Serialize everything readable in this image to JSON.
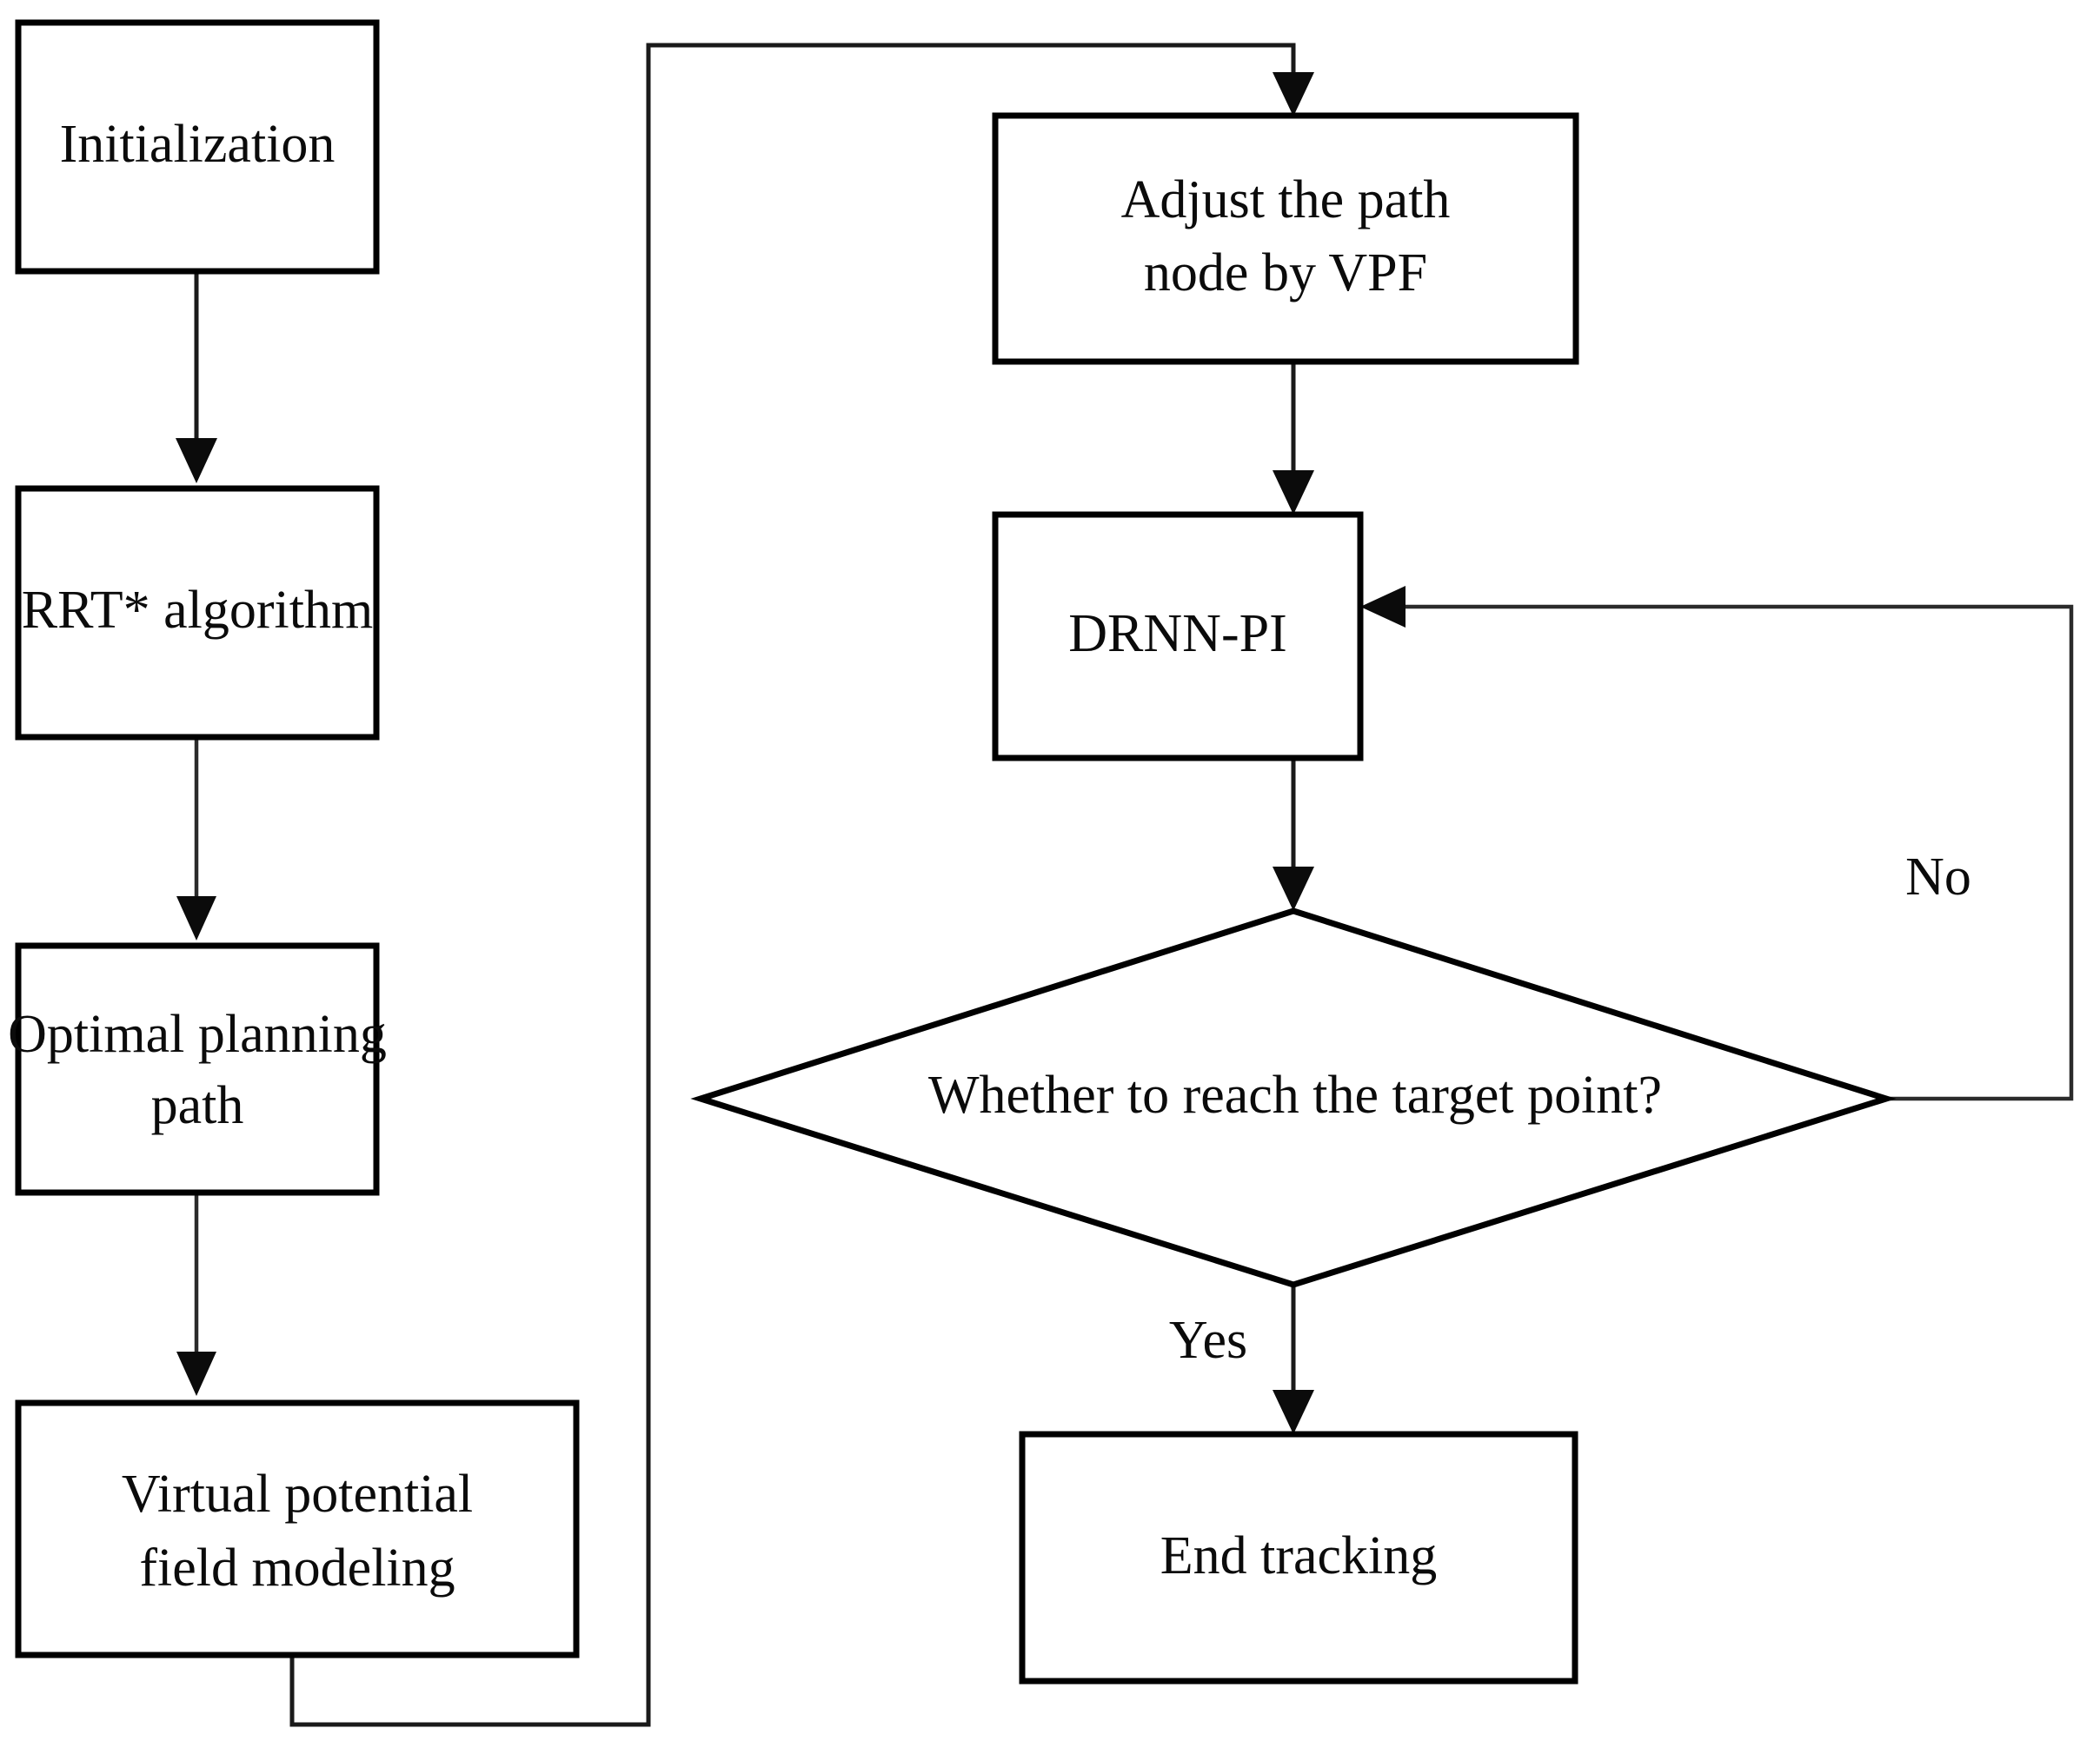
{
  "diagram": {
    "type": "flowchart",
    "title": "",
    "background_color": "#ffffff",
    "line_color": "#000000",
    "text_color": "#0b0b0b",
    "nodes": [
      {
        "id": "initialization",
        "shape": "rectangle",
        "lines": [
          "Initialization"
        ]
      },
      {
        "id": "rrt-star",
        "shape": "rectangle",
        "lines": [
          "RRT* algorithm"
        ]
      },
      {
        "id": "optimal-path",
        "shape": "rectangle",
        "lines": [
          "Optimal planning",
          "path"
        ]
      },
      {
        "id": "vpf-modeling",
        "shape": "rectangle",
        "lines": [
          "Virtual potential",
          "field modeling"
        ]
      },
      {
        "id": "adjust-path-node",
        "shape": "rectangle",
        "lines": [
          "Adjust the path",
          "node by VPF"
        ]
      },
      {
        "id": "drnn-pi",
        "shape": "rectangle",
        "lines": [
          "DRNN-PI"
        ]
      },
      {
        "id": "decision-target",
        "shape": "diamond",
        "lines": [
          "Whether to reach the target point?"
        ]
      },
      {
        "id": "end-tracking",
        "shape": "rectangle",
        "lines": [
          "End tracking"
        ]
      }
    ],
    "edges": [
      {
        "from": "initialization",
        "to": "rrt-star",
        "label": ""
      },
      {
        "from": "rrt-star",
        "to": "optimal-path",
        "label": ""
      },
      {
        "from": "optimal-path",
        "to": "vpf-modeling",
        "label": ""
      },
      {
        "from": "vpf-modeling",
        "to": "adjust-path-node",
        "label": ""
      },
      {
        "from": "adjust-path-node",
        "to": "drnn-pi",
        "label": ""
      },
      {
        "from": "drnn-pi",
        "to": "decision-target",
        "label": ""
      },
      {
        "from": "decision-target",
        "to": "end-tracking",
        "label": "Yes"
      },
      {
        "from": "decision-target",
        "to": "drnn-pi",
        "label": "No"
      }
    ],
    "labels": {
      "initialization": "Initialization",
      "rrt_star": "RRT* algorithm",
      "optimal_path_line1": "Optimal planning",
      "optimal_path_line2": "path",
      "vpf_line1": "Virtual potential",
      "vpf_line2": "field modeling",
      "adjust_line1": "Adjust the path",
      "adjust_line2": "node by VPF",
      "drnn_pi": "DRNN-PI",
      "decision": "Whether to reach the target point?",
      "end_tracking": "End tracking",
      "yes": "Yes",
      "no": "No"
    }
  }
}
